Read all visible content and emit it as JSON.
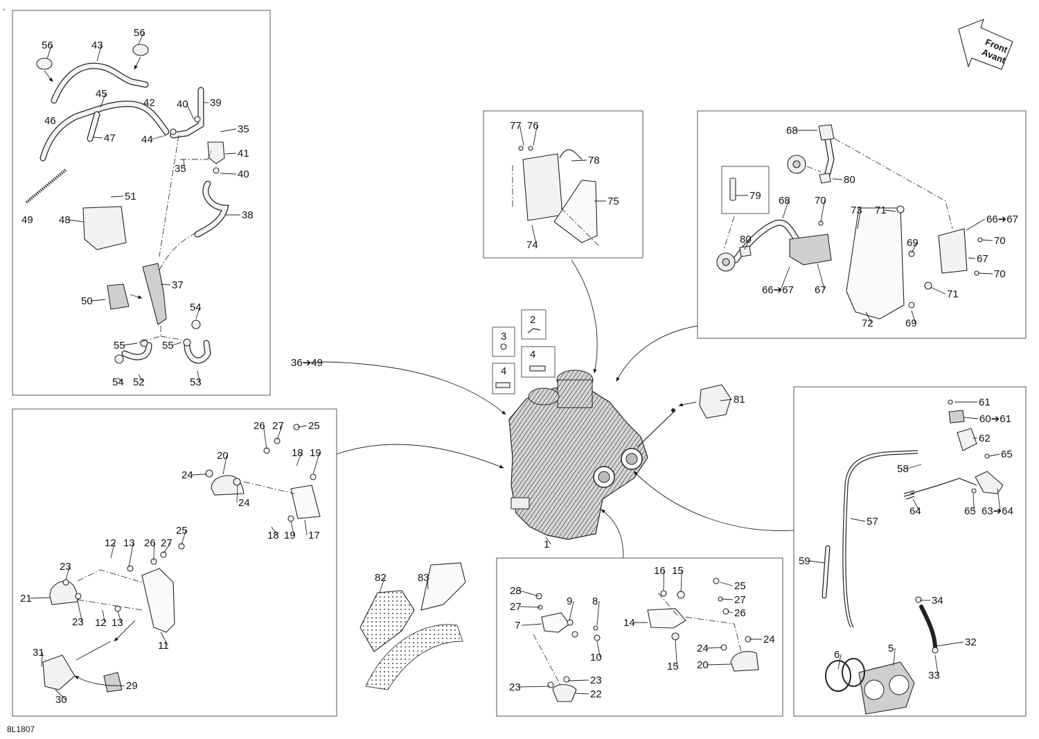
{
  "diagram": {
    "code": "8L1807",
    "corner_mark": ",",
    "front_badge": [
      "Front",
      "Avant"
    ],
    "labels": [
      {
        "id": "n56a",
        "text": "56"
      },
      {
        "id": "n43",
        "text": "43"
      },
      {
        "id": "n56b",
        "text": "56"
      },
      {
        "id": "n45",
        "text": "45"
      },
      {
        "id": "n42",
        "text": "42"
      },
      {
        "id": "n40a",
        "text": "40"
      },
      {
        "id": "n39",
        "text": "39"
      },
      {
        "id": "n46",
        "text": "46"
      },
      {
        "id": "n47",
        "text": "47"
      },
      {
        "id": "n44",
        "text": "44"
      },
      {
        "id": "n35a",
        "text": "35"
      },
      {
        "id": "n41",
        "text": "41"
      },
      {
        "id": "n35b",
        "text": "35"
      },
      {
        "id": "n40b",
        "text": "40"
      },
      {
        "id": "n51",
        "text": "51"
      },
      {
        "id": "n49",
        "text": "49"
      },
      {
        "id": "n48",
        "text": "48"
      },
      {
        "id": "n38",
        "text": "38"
      },
      {
        "id": "n37",
        "text": "37"
      },
      {
        "id": "n50",
        "text": "50"
      },
      {
        "id": "n54a",
        "text": "54"
      },
      {
        "id": "n55a",
        "text": "55"
      },
      {
        "id": "n55b",
        "text": "55"
      },
      {
        "id": "n54b",
        "text": "54"
      },
      {
        "id": "n52",
        "text": "52"
      },
      {
        "id": "n53",
        "text": "53"
      },
      {
        "id": "n36_49",
        "text": "36➔49"
      },
      {
        "id": "n77",
        "text": "77"
      },
      {
        "id": "n76",
        "text": "76"
      },
      {
        "id": "n78",
        "text": "78"
      },
      {
        "id": "n75",
        "text": "75"
      },
      {
        "id": "n74",
        "text": "74"
      },
      {
        "id": "n68a",
        "text": "68"
      },
      {
        "id": "n80a",
        "text": "80"
      },
      {
        "id": "n79",
        "text": "79"
      },
      {
        "id": "n68b",
        "text": "68"
      },
      {
        "id": "n70a",
        "text": "70"
      },
      {
        "id": "n73",
        "text": "73"
      },
      {
        "id": "n71a",
        "text": "71"
      },
      {
        "id": "n66_67a",
        "text": "66➔67"
      },
      {
        "id": "n70b",
        "text": "70"
      },
      {
        "id": "n80b",
        "text": "80"
      },
      {
        "id": "n69a",
        "text": "69"
      },
      {
        "id": "n67a",
        "text": "67"
      },
      {
        "id": "n70c",
        "text": "70"
      },
      {
        "id": "n66_67b",
        "text": "66➔67"
      },
      {
        "id": "n67b",
        "text": "67"
      },
      {
        "id": "n71b",
        "text": "71"
      },
      {
        "id": "n72",
        "text": "72"
      },
      {
        "id": "n69b",
        "text": "69"
      },
      {
        "id": "n2",
        "text": "2"
      },
      {
        "id": "n3",
        "text": "3"
      },
      {
        "id": "n4a",
        "text": "4"
      },
      {
        "id": "n4b",
        "text": "4"
      },
      {
        "id": "n81",
        "text": "81"
      },
      {
        "id": "n1",
        "text": "1"
      },
      {
        "id": "n26a",
        "text": "26"
      },
      {
        "id": "n27a",
        "text": "27"
      },
      {
        "id": "n25a",
        "text": "25"
      },
      {
        "id": "n20a",
        "text": "20"
      },
      {
        "id": "n18a",
        "text": "18"
      },
      {
        "id": "n19a",
        "text": "19"
      },
      {
        "id": "n24a",
        "text": "24"
      },
      {
        "id": "n24b",
        "text": "24"
      },
      {
        "id": "n18b",
        "text": "18"
      },
      {
        "id": "n19b",
        "text": "19"
      },
      {
        "id": "n17",
        "text": "17"
      },
      {
        "id": "n12a",
        "text": "12"
      },
      {
        "id": "n13a",
        "text": "13"
      },
      {
        "id": "n26b",
        "text": "26"
      },
      {
        "id": "n27b",
        "text": "27"
      },
      {
        "id": "n25b",
        "text": "25"
      },
      {
        "id": "n23a",
        "text": "23"
      },
      {
        "id": "n21",
        "text": "21"
      },
      {
        "id": "n23b",
        "text": "23"
      },
      {
        "id": "n12b",
        "text": "12"
      },
      {
        "id": "n13b",
        "text": "13"
      },
      {
        "id": "n11",
        "text": "11"
      },
      {
        "id": "n31",
        "text": "31"
      },
      {
        "id": "n29",
        "text": "29"
      },
      {
        "id": "n30",
        "text": "30"
      },
      {
        "id": "n82",
        "text": "82"
      },
      {
        "id": "n83",
        "text": "83"
      },
      {
        "id": "n16",
        "text": "16"
      },
      {
        "id": "n15a",
        "text": "15"
      },
      {
        "id": "n25c",
        "text": "25"
      },
      {
        "id": "n28",
        "text": "28"
      },
      {
        "id": "n9",
        "text": "9"
      },
      {
        "id": "n8",
        "text": "8"
      },
      {
        "id": "n27c",
        "text": "27"
      },
      {
        "id": "n27d",
        "text": "27"
      },
      {
        "id": "n26c",
        "text": "26"
      },
      {
        "id": "n7",
        "text": "7"
      },
      {
        "id": "n14",
        "text": "14"
      },
      {
        "id": "n24c",
        "text": "24"
      },
      {
        "id": "n10",
        "text": "10"
      },
      {
        "id": "n24d",
        "text": "24"
      },
      {
        "id": "n15b",
        "text": "15"
      },
      {
        "id": "n20b",
        "text": "20"
      },
      {
        "id": "n23c",
        "text": "23"
      },
      {
        "id": "n23d",
        "text": "23"
      },
      {
        "id": "n22",
        "text": "22"
      },
      {
        "id": "n61",
        "text": "61"
      },
      {
        "id": "n60_61",
        "text": "60➔61"
      },
      {
        "id": "n62",
        "text": "62"
      },
      {
        "id": "n65a",
        "text": "65"
      },
      {
        "id": "n58",
        "text": "58"
      },
      {
        "id": "n57",
        "text": "57"
      },
      {
        "id": "n64",
        "text": "64"
      },
      {
        "id": "n65b",
        "text": "65"
      },
      {
        "id": "n63_64",
        "text": "63➔64"
      },
      {
        "id": "n59",
        "text": "59"
      },
      {
        "id": "n34",
        "text": "34"
      },
      {
        "id": "n32",
        "text": "32"
      },
      {
        "id": "n6",
        "text": "6"
      },
      {
        "id": "n5",
        "text": "5"
      },
      {
        "id": "n33",
        "text": "33"
      }
    ]
  }
}
